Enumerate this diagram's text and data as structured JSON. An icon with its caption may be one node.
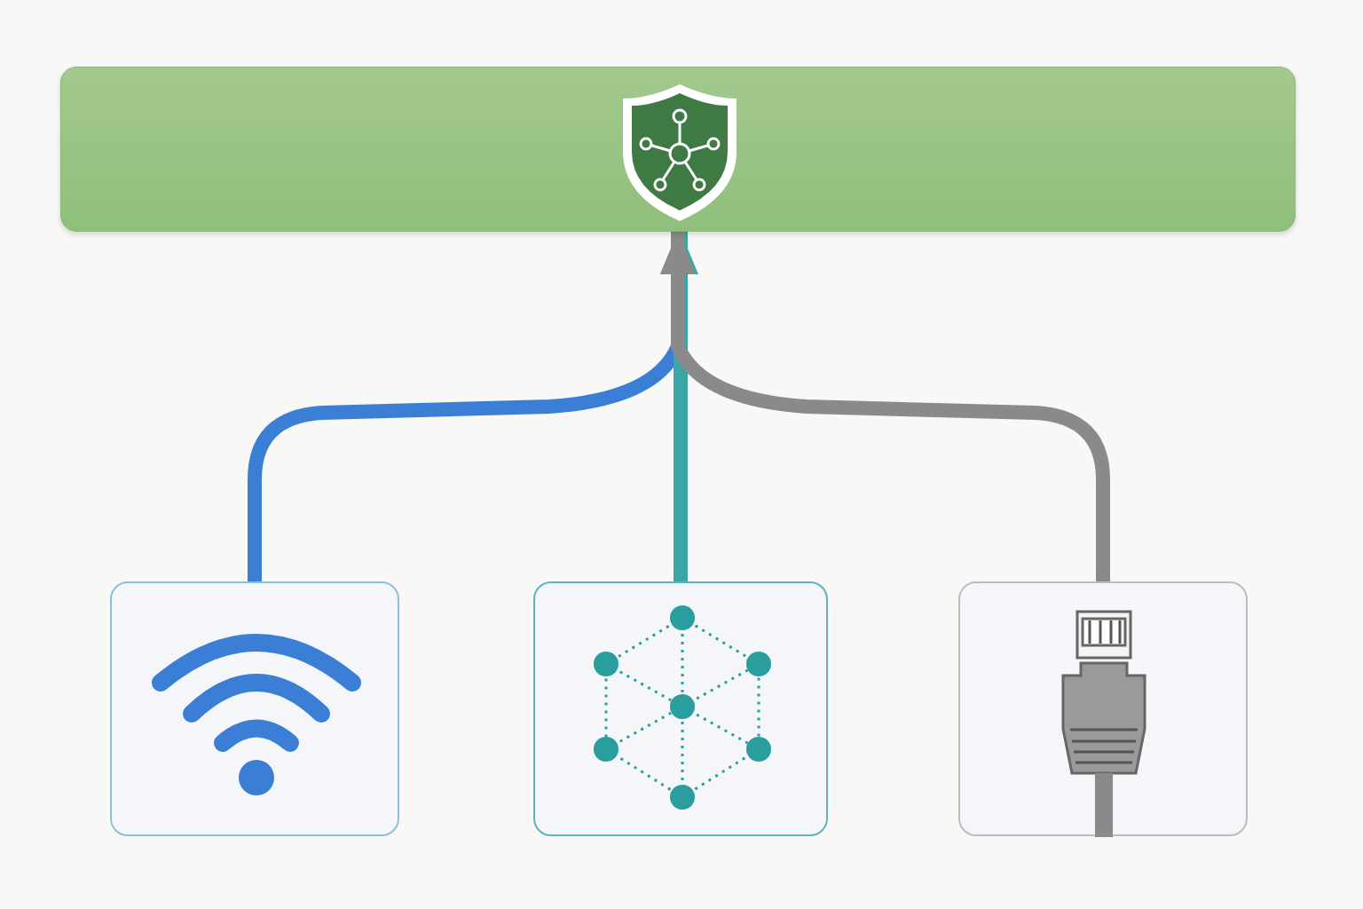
{
  "diagram": {
    "nodes": [
      {
        "text": [],
        "shape": "bar"
      },
      {
        "text": [],
        "shape": "box"
      },
      {
        "text": [],
        "shape": "box"
      },
      {
        "text": [],
        "shape": "box"
      }
    ],
    "edges": [
      {
        "from": 1,
        "to": 0,
        "arrow": "to",
        "color": "#3a7fd5"
      },
      {
        "from": 2,
        "to": 0,
        "arrow": "to",
        "color": "#3aa6a6"
      },
      {
        "from": 3,
        "to": 0,
        "arrow": "to",
        "color": "#8a8a8a"
      }
    ]
  }
}
